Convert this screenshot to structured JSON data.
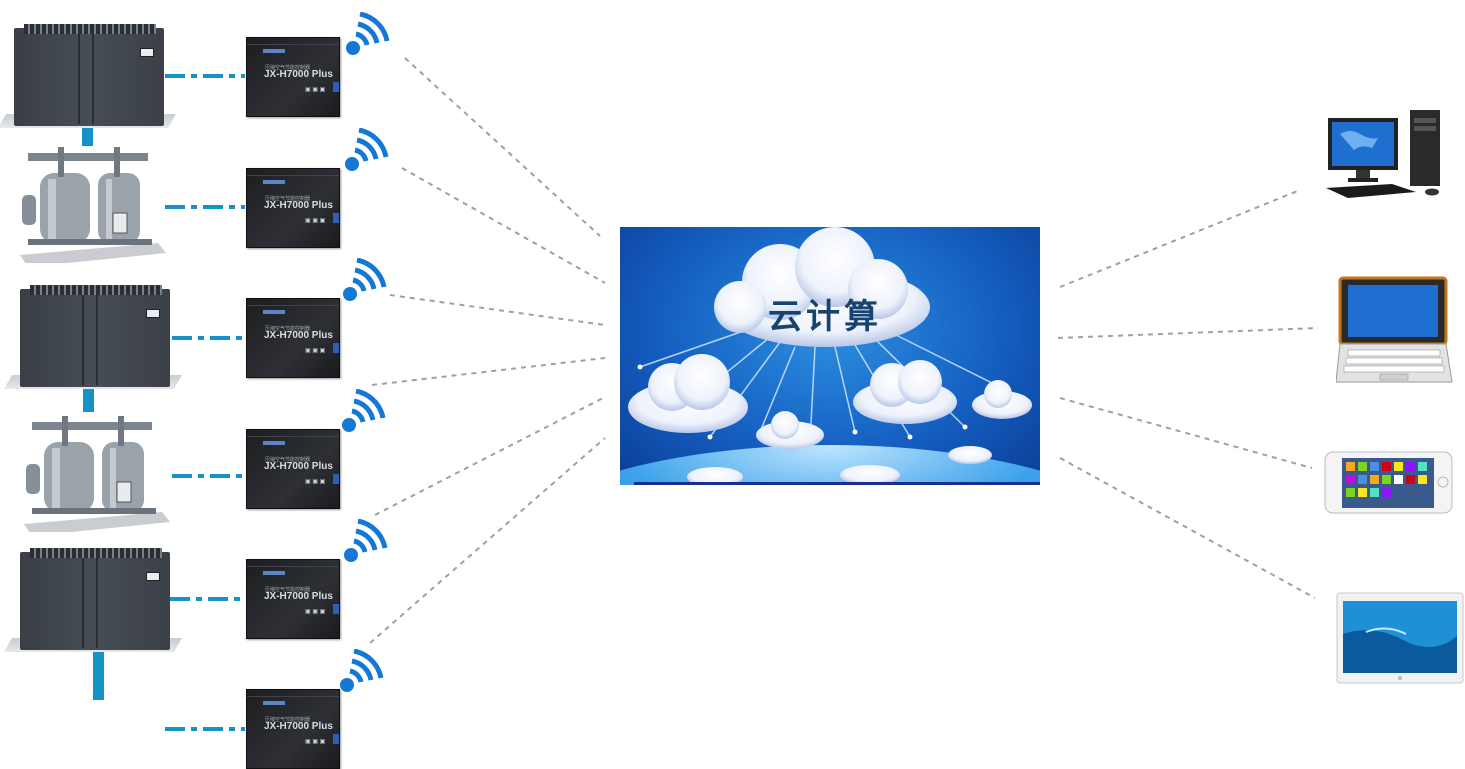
{
  "device_model": "JX-H7000 Plus",
  "device_subtitle": "压缩空气节能控制器",
  "cloud_label": "云计算",
  "colors": {
    "connector": "#1592c6",
    "dashed": "#a0a0a0",
    "panel": "#1560c2",
    "wifi": "#1479d4"
  },
  "equipment": [
    "compressor",
    "dryer",
    "compressor",
    "dryer",
    "compressor"
  ],
  "terminals": [
    "desktop-computer",
    "laptop",
    "smartphone",
    "tablet"
  ]
}
